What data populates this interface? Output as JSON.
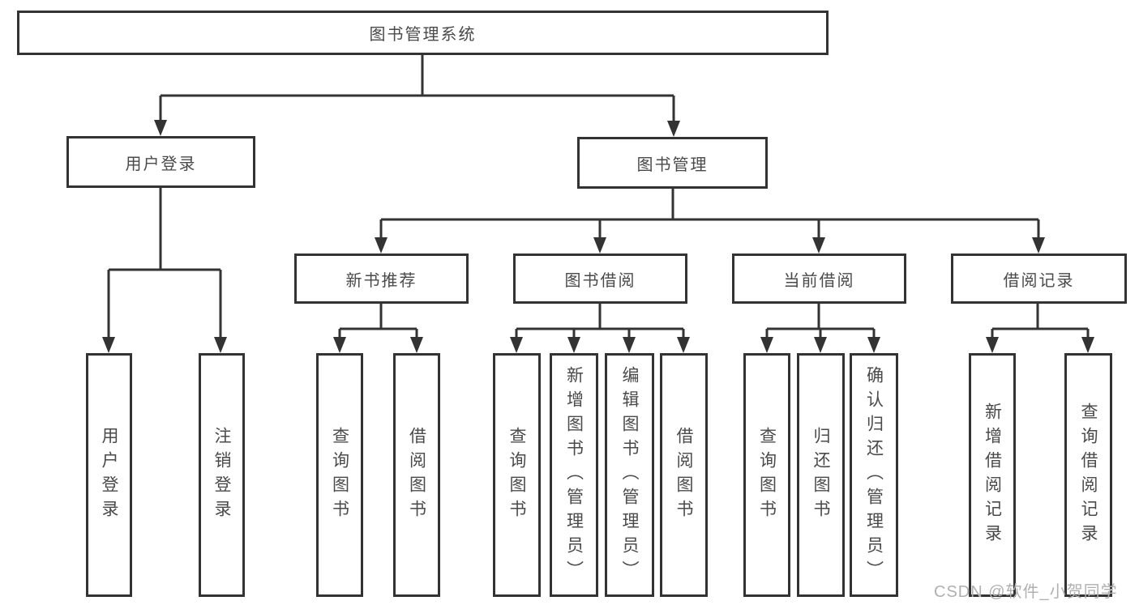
{
  "tree": {
    "root": {
      "label": "图书管理系统",
      "children": [
        {
          "label": "用户登录",
          "children": [
            {
              "label": "用户登录"
            },
            {
              "label": "注销登录"
            }
          ]
        },
        {
          "label": "图书管理",
          "children": [
            {
              "label": "新书推荐",
              "children": [
                {
                  "label": "查询图书"
                },
                {
                  "label": "借阅图书"
                }
              ]
            },
            {
              "label": "图书借阅",
              "children": [
                {
                  "label": "查询图书"
                },
                {
                  "label": "新增图书（管理员）"
                },
                {
                  "label": "编辑图书（管理员）"
                },
                {
                  "label": "借阅图书"
                }
              ]
            },
            {
              "label": "当前借阅",
              "children": [
                {
                  "label": "查询图书"
                },
                {
                  "label": "归还图书"
                },
                {
                  "label": "确认归还（管理员）"
                }
              ]
            },
            {
              "label": "借阅记录",
              "children": [
                {
                  "label": "新增借阅记录"
                },
                {
                  "label": "查询借阅记录"
                }
              ]
            }
          ]
        }
      ]
    }
  },
  "watermark": {
    "text": "CSDN @软件_小贺同学"
  },
  "colors": {
    "line": "#333333",
    "box_border": "#333333",
    "box_bg": "#ffffff",
    "text": "#4a4a4a",
    "watermark": "#b0b0b0",
    "background": "#ffffff"
  }
}
